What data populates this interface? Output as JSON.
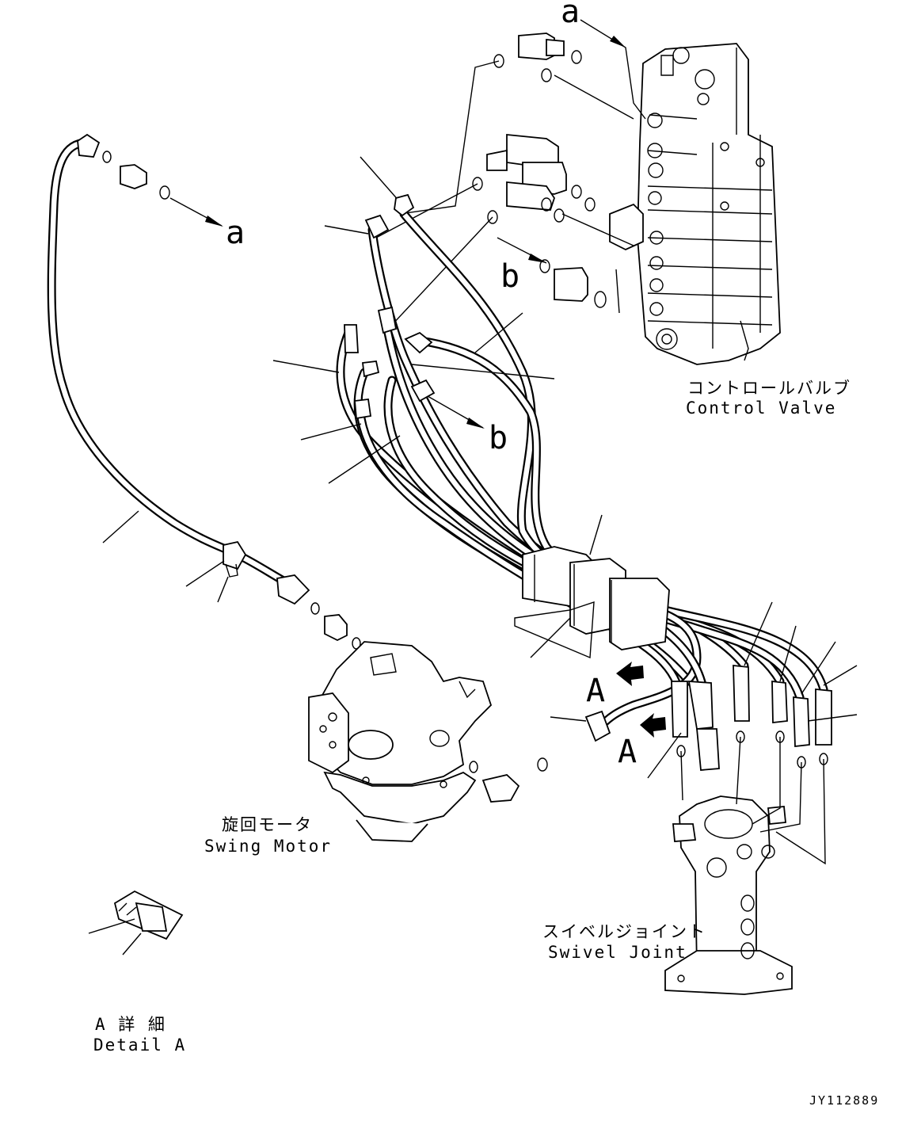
{
  "labels": {
    "ref_a_top": "a",
    "ref_a_left": "a",
    "ref_b_upper": "b",
    "ref_b_lower": "b",
    "view_A_upper": "A",
    "view_A_lower": "A"
  },
  "components": {
    "control_valve": {
      "jp": "コントロールバルブ",
      "en": "Control Valve"
    },
    "swing_motor": {
      "jp": "旋回モータ",
      "en": "Swing Motor"
    },
    "swivel_joint": {
      "jp": "スイベルジョイント",
      "en": "Swivel Joint"
    },
    "detail": {
      "jp": "A 詳 細",
      "en": "Detail A"
    }
  },
  "drawing_code": "JY112889"
}
